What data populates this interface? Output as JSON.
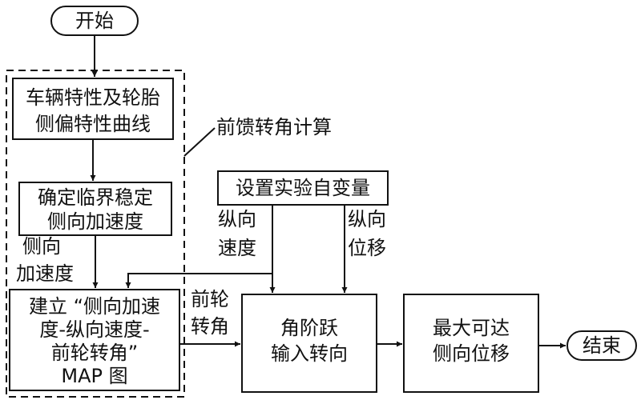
{
  "nodes": {
    "start": {
      "label": "开始"
    },
    "vehicle_props": {
      "lines": [
        "车辆特性及轮胎",
        "侧偏特性曲线"
      ]
    },
    "critical_accel": {
      "lines": [
        "确定临界稳定",
        "侧向加速度"
      ]
    },
    "build_map": {
      "lines": [
        "建立 “侧向加速",
        "度-纵向速度-",
        "前轮转角”",
        "MAP 图"
      ]
    },
    "set_variables": {
      "label": "设置实验自变量"
    },
    "step_steer": {
      "lines": [
        "角阶跃",
        "输入转向"
      ]
    },
    "max_lateral": {
      "lines": [
        "最大可达",
        "侧向位移"
      ]
    },
    "end": {
      "label": "结束"
    }
  },
  "group": {
    "label": "前馈转角计算"
  },
  "edge_labels": {
    "lateral_accel": [
      "侧向",
      "加速度"
    ],
    "longitudinal_speed": [
      "纵向",
      "速度"
    ],
    "longitudinal_displacement": [
      "纵向",
      "位移"
    ],
    "front_wheel_angle": [
      "前轮",
      "转角"
    ]
  }
}
